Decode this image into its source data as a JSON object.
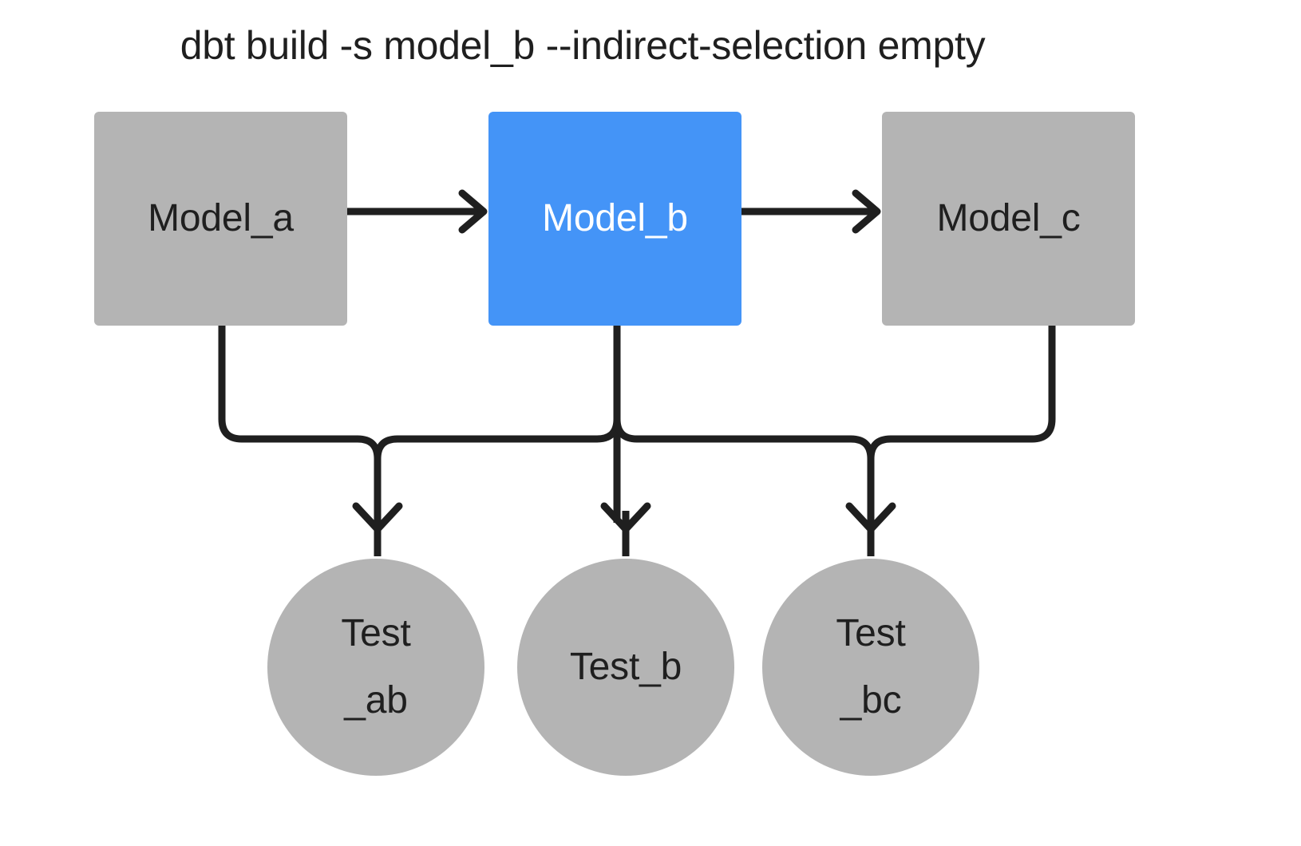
{
  "title": "dbt build -s model_b --indirect-selection empty",
  "colors": {
    "background": "#ffffff",
    "node_gray": "#b4b4b4",
    "node_selected_blue": "#4494f7",
    "edge_stroke": "#1f1f1f",
    "text_dark": "#1f1f1f",
    "text_light": "#ffffff"
  },
  "graph": {
    "type": "dag",
    "models": [
      {
        "id": "model_a",
        "label": "Model_a",
        "shape": "rectangle",
        "state": "unselected",
        "fill": "#b4b4b4"
      },
      {
        "id": "model_b",
        "label": "Model_b",
        "shape": "rectangle",
        "state": "selected",
        "fill": "#4494f7"
      },
      {
        "id": "model_c",
        "label": "Model_c",
        "shape": "rectangle",
        "state": "unselected",
        "fill": "#b4b4b4"
      }
    ],
    "tests": [
      {
        "id": "test_ab",
        "label_line1": "Test",
        "label_line2": "_ab",
        "shape": "circle",
        "state": "unselected",
        "fill": "#b4b4b4"
      },
      {
        "id": "test_b",
        "label_line1": "Test_b",
        "label_line2": "",
        "shape": "circle",
        "state": "unselected",
        "fill": "#b4b4b4"
      },
      {
        "id": "test_bc",
        "label_line1": "Test",
        "label_line2": "_bc",
        "shape": "circle",
        "state": "unselected",
        "fill": "#b4b4b4"
      }
    ],
    "edges": [
      {
        "from": "model_a",
        "to": "model_b",
        "kind": "model-to-model"
      },
      {
        "from": "model_b",
        "to": "model_c",
        "kind": "model-to-model"
      },
      {
        "from": "model_a",
        "to": "test_ab",
        "kind": "model-to-test"
      },
      {
        "from": "model_b",
        "to": "test_ab",
        "kind": "model-to-test"
      },
      {
        "from": "model_b",
        "to": "test_b",
        "kind": "model-to-test"
      },
      {
        "from": "model_b",
        "to": "test_bc",
        "kind": "model-to-test"
      },
      {
        "from": "model_c",
        "to": "test_bc",
        "kind": "model-to-test"
      }
    ]
  }
}
